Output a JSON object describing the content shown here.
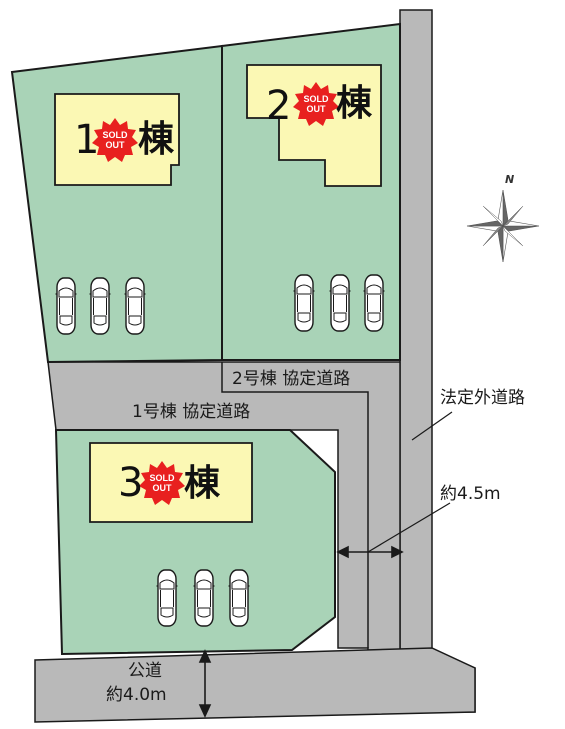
{
  "lots": [
    {
      "number": "1",
      "suffix": "棟",
      "badge": [
        "SOLD",
        "OUT"
      ]
    },
    {
      "number": "2",
      "suffix": "棟",
      "badge": [
        "SOLD",
        "OUT"
      ]
    },
    {
      "number": "3",
      "suffix": "棟",
      "badge": [
        "SOLD",
        "OUT"
      ]
    }
  ],
  "roads": {
    "agreement_road_2": "2号棟 協定道路",
    "agreement_road_1": "1号棟 協定道路",
    "outside_road": "法定外道路",
    "outside_road_width": "約4.5m",
    "public_road": "公道",
    "public_road_width": "約4.0m"
  },
  "compass": {
    "north": "N"
  },
  "colors": {
    "lot_fill": "#a9d3b7",
    "house_fill": "#fbf8b4",
    "road_fill": "#b9b9b9",
    "sold_badge": "#e8201f",
    "outline": "#1a1a1a"
  }
}
